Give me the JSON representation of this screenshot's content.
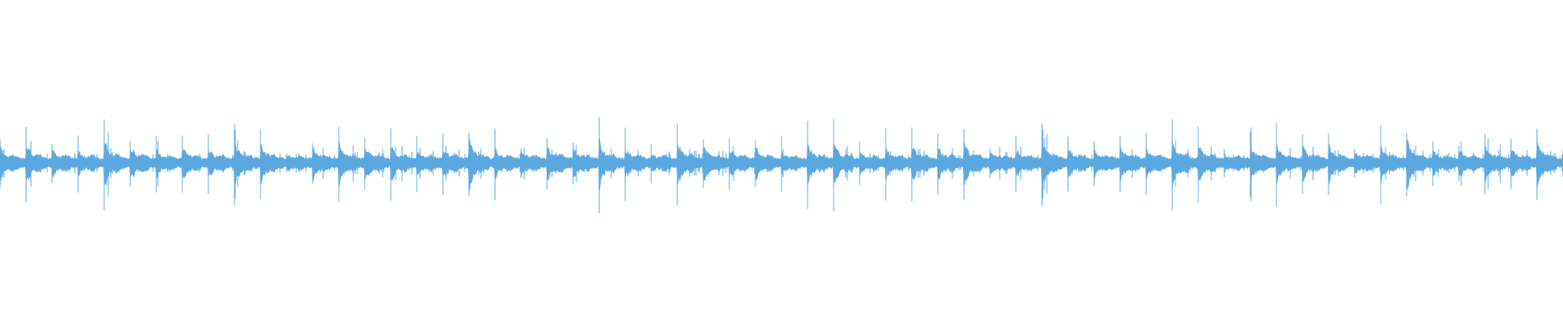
{
  "waveform": {
    "color": "#5ba8e0",
    "background": "#ffffff",
    "bursts_visible": 60,
    "peak_amplitude_fraction": 0.07,
    "baseline_amplitude_fraction": 0.015
  }
}
